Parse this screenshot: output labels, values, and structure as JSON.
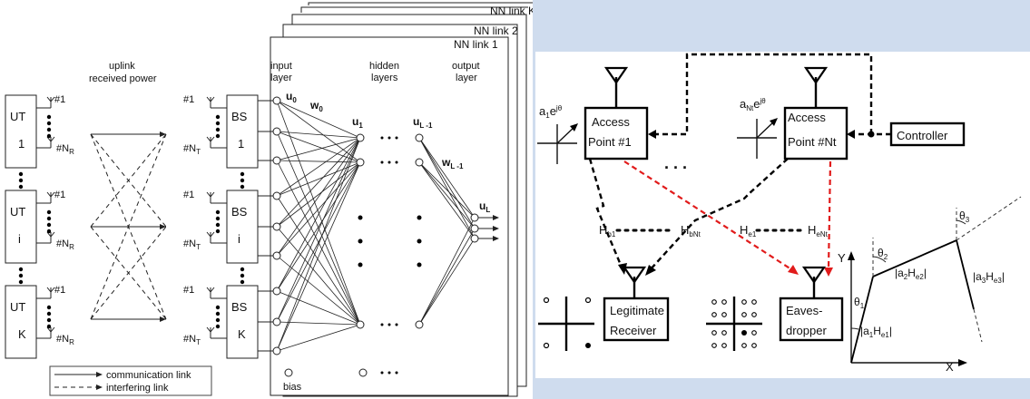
{
  "left": {
    "nn_links": [
      "NN link K",
      "NN link 2",
      "NN link 1"
    ],
    "uplink": "uplink",
    "received_power": "received power",
    "layers": {
      "input": "input",
      "input2": "layer",
      "hidden": "hidden",
      "hidden2": "layers",
      "output": "output",
      "output2": "layer"
    },
    "ut": [
      {
        "name": "UT",
        "idx": "1"
      },
      {
        "name": "UT",
        "idx": "i"
      },
      {
        "name": "UT",
        "idx": "K"
      }
    ],
    "bs": [
      {
        "name": "BS",
        "idx": "1"
      },
      {
        "name": "BS",
        "idx": "i"
      },
      {
        "name": "BS",
        "idx": "K"
      }
    ],
    "ut_antenna_top": "#1",
    "ut_antenna_bottom": "#N",
    "ut_antenna_sub": "R",
    "bs_antenna_top": "#1",
    "bs_antenna_bottom": "#N",
    "bs_antenna_sub": "T",
    "u0": "u",
    "u0_sub": "0",
    "w0": "w",
    "w0_sub": "0",
    "u1": "u",
    "u1_sub": "1",
    "uL1": "u",
    "uL1_sub": "L -1",
    "wL1": "w",
    "wL1_sub": "L -1",
    "uL": "u",
    "uL_sub": "L",
    "bias": "bias",
    "legend": {
      "communication": "communication link",
      "interfering": "interfering link"
    }
  },
  "right": {
    "ap1": {
      "line1": "Access",
      "line2": "Point #1"
    },
    "apN": {
      "line1": "Access",
      "line2": "Point #Nt"
    },
    "controller": "Controller",
    "receiver": {
      "line1": "Legitimate",
      "line2": "Receiver"
    },
    "eve": {
      "line1": "Eaves-",
      "line2": "dropper"
    },
    "phase1": "a",
    "phase1_sub": "1",
    "phase1_e": "e",
    "phase1_sup": "jθ",
    "phaseN": "a",
    "phaseN_sub": "Nt",
    "phaseN_e": "e",
    "phaseN_sup": "jθ",
    "h_labels": [
      {
        "h": "H",
        "sub": "b1"
      },
      {
        "h": "H",
        "sub": "bNt"
      },
      {
        "h": "H",
        "sub": "e1"
      },
      {
        "h": "H",
        "sub": "eNt"
      }
    ],
    "axis_y": "Y",
    "axis_x": "X",
    "theta": [
      "θ",
      "θ",
      "θ"
    ],
    "theta_sub": [
      "1",
      "2",
      "3"
    ],
    "vec": [
      {
        "a": "|a",
        "a_sub": "1",
        "h": "H",
        "h_sub": "e1",
        "end": "|"
      },
      {
        "a": "|a",
        "a_sub": "2",
        "h": "H",
        "h_sub": "e2",
        "end": "|"
      },
      {
        "a": "|a",
        "a_sub": "3",
        "h": "H",
        "h_sub": "e3",
        "end": "|"
      }
    ],
    "ellipsis": ". . ."
  }
}
